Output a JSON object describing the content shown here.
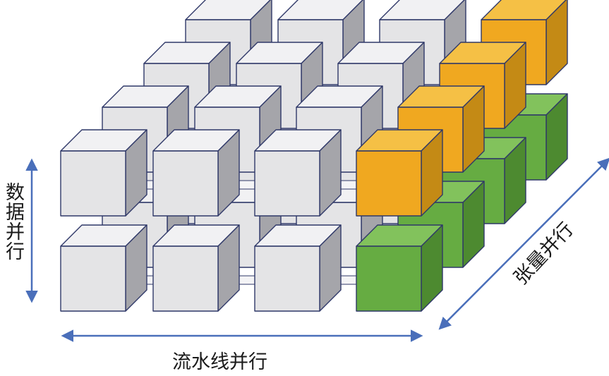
{
  "labels": {
    "data_parallel": "数据并行",
    "pipeline_parallel": "流水线并行",
    "tensor_parallel": "张量并行"
  },
  "colors": {
    "cube_gray_front": "#e4e4e6",
    "cube_gray_top": "#f1f1f3",
    "cube_gray_side": "#a5a5aa",
    "cube_orange_front": "#f0a820",
    "cube_orange_top": "#f5c045",
    "cube_orange_side": "#c48a15",
    "cube_green_front": "#66ac42",
    "cube_green_top": "#82c25c",
    "cube_green_side": "#4d8a30",
    "edge": "#2f3868",
    "arrow": "#4a6fba"
  },
  "grid": {
    "columns": 4,
    "rows": 2,
    "layers": 4,
    "highlight_column": 3,
    "top_row_highlight": "orange",
    "bottom_row_highlight": "green"
  }
}
